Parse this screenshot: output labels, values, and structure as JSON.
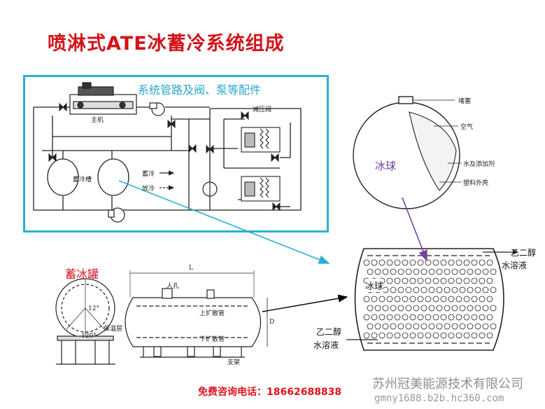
{
  "title": "喷淋式ATE冰蓄冷系统组成",
  "system": {
    "caption": "系统管路及阀、泵等配件",
    "main_unit": "主机",
    "storage_tank": "蓄冷槽",
    "legend_charge": "蓄冷",
    "legend_discharge": "放冷",
    "relief_valve": "减压阀"
  },
  "ice_ball": {
    "label": "冰球",
    "plug": "堵塞",
    "air": "空气",
    "water_additive": "水及添加剂",
    "plastic_shell": "塑料外壳"
  },
  "tank": {
    "label": "蓄冰罐",
    "length_mark": "L",
    "diameter_mark": "D",
    "manhole": "人孔",
    "upper_diffuser": "上扩散管",
    "lower_diffuser": "下扩散管",
    "support": "支架",
    "insulation": "保温层",
    "angle_top": "12°",
    "angle_bottom": "120°"
  },
  "cutaway": {
    "ice_ball": "冰球",
    "glycol_out": "乙二醇",
    "solution_out": "水溶液",
    "glycol_in": "乙二醇",
    "solution_in": "水溶液"
  },
  "contact": "免费咨询电话：18662688838",
  "watermark": {
    "company": "苏州冠美能源技术有限公司",
    "url": "gmny1688.b2b.hc360.com"
  },
  "colors": {
    "title": "#d2131a",
    "frame": "#29b0d6",
    "arrow_cyan": "#29b0d6",
    "arrow_purple": "#7a3fa0",
    "arrow_black": "#000000"
  }
}
